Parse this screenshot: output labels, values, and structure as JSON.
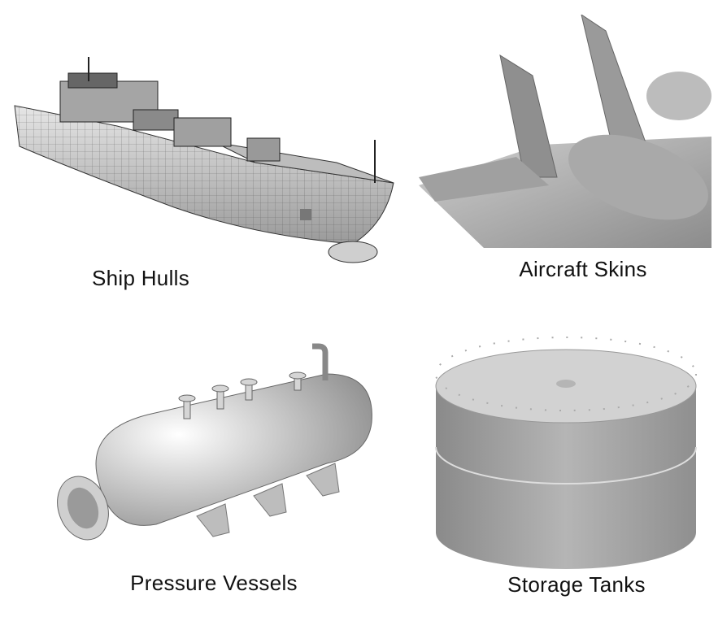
{
  "panels": [
    {
      "id": "ship",
      "caption": "Ship Hulls"
    },
    {
      "id": "aircraft",
      "caption": "Aircraft Skins"
    },
    {
      "id": "vessel",
      "caption": "Pressure Vessels"
    },
    {
      "id": "tank",
      "caption": "Storage Tanks"
    }
  ]
}
